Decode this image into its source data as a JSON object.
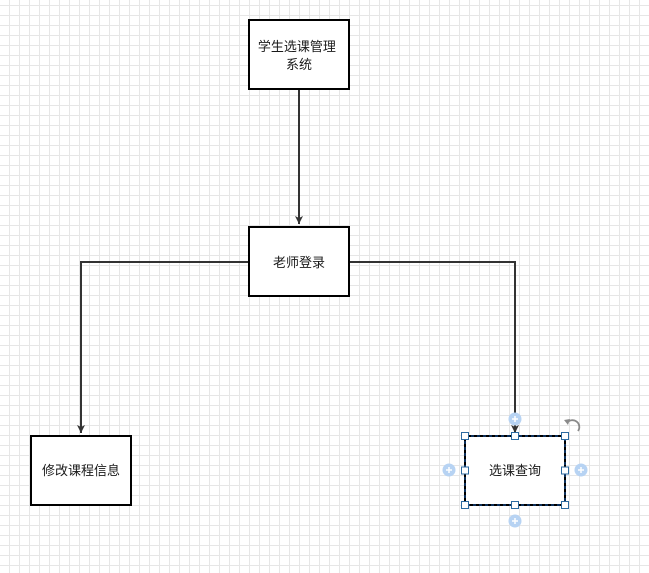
{
  "nodes": [
    {
      "id": "system",
      "lines": [
        "学生选课管理",
        "系统"
      ]
    },
    {
      "id": "teacher-login",
      "lines": [
        "老师登录"
      ]
    },
    {
      "id": "modify-course",
      "lines": [
        "修改课程信息"
      ]
    },
    {
      "id": "course-query",
      "lines": [
        "选课查询"
      ]
    }
  ],
  "edges": [
    {
      "from": "system",
      "to": "teacher-login"
    },
    {
      "from": "teacher-login",
      "to": "modify-course"
    },
    {
      "from": "teacher-login",
      "to": "course-query"
    }
  ],
  "selected_node": "course-query",
  "colors": {
    "node_stroke": "#000000",
    "edge_stroke": "#333333",
    "selection_stroke": "#1a5fb4",
    "handle_stroke": "#2c6aa0",
    "connect_hint": "#b7d3f3",
    "rotate_icon": "#8a8a8a"
  },
  "icons": {
    "rotate": "rotate-icon",
    "connect": "plus-circle-icon"
  }
}
